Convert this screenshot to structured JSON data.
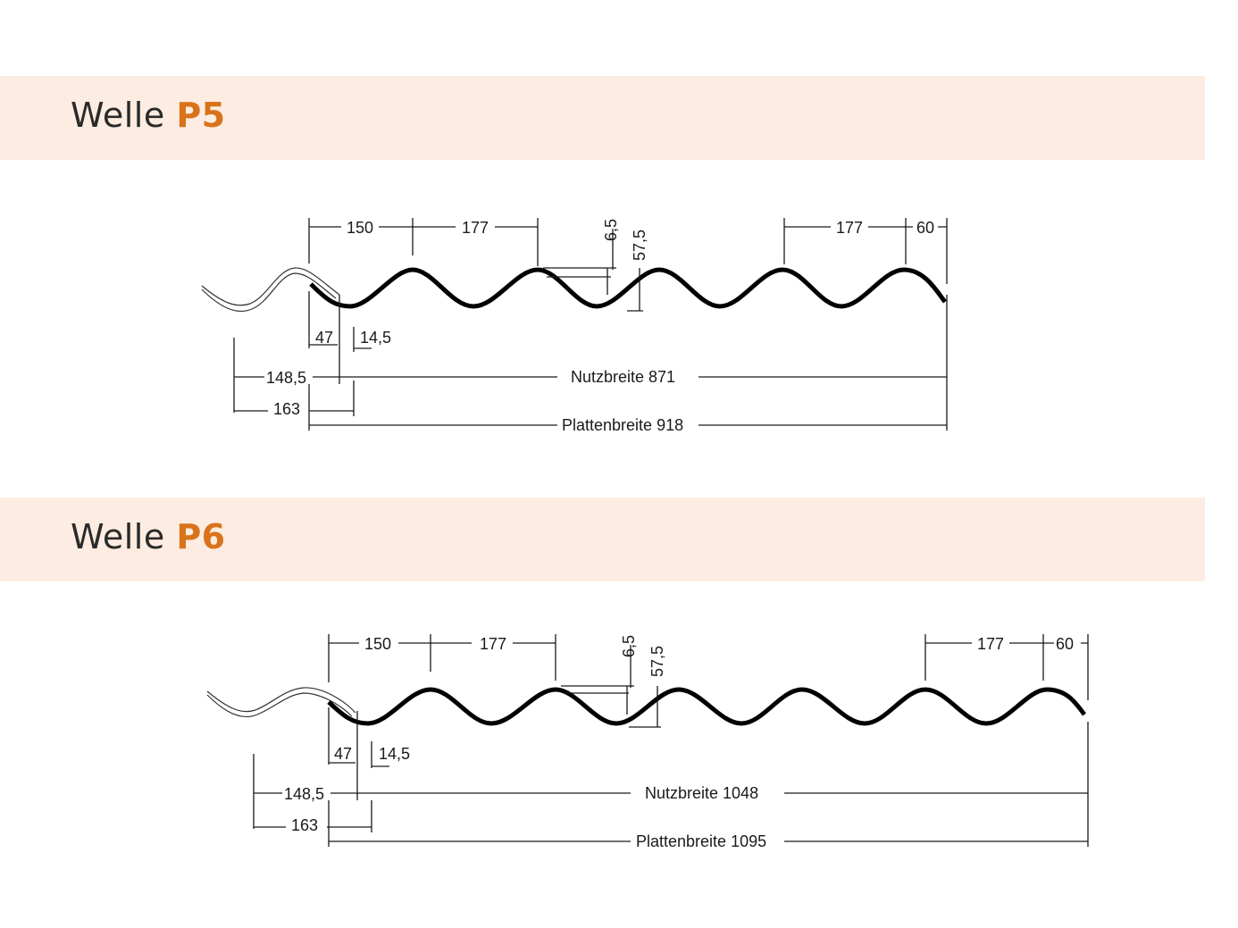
{
  "sections": [
    {
      "title_word": "Welle",
      "title_code": "P5",
      "dims": {
        "pitch_first": "150",
        "pitch_second": "177",
        "thickness": "6,5",
        "height": "57,5",
        "pitch_right": "177",
        "edge_right": "60",
        "overlap_a": "47",
        "overlap_b": "14,5",
        "left_offset": "148,5",
        "left_total": "163",
        "nutz": "Nutzbreite 871",
        "platte": "Plattenbreite 918"
      }
    },
    {
      "title_word": "Welle",
      "title_code": "P6",
      "dims": {
        "pitch_first": "150",
        "pitch_second": "177",
        "thickness": "6,5",
        "height": "57,5",
        "pitch_right": "177",
        "edge_right": "60",
        "overlap_a": "47",
        "overlap_b": "14,5",
        "left_offset": "148,5",
        "left_total": "163",
        "nutz": "Nutzbreite 1048",
        "platte": "Plattenbreite 1095"
      }
    }
  ],
  "colors": {
    "band": "#fcece1",
    "accent": "#d9731a",
    "ink": "#1a1a1a"
  }
}
